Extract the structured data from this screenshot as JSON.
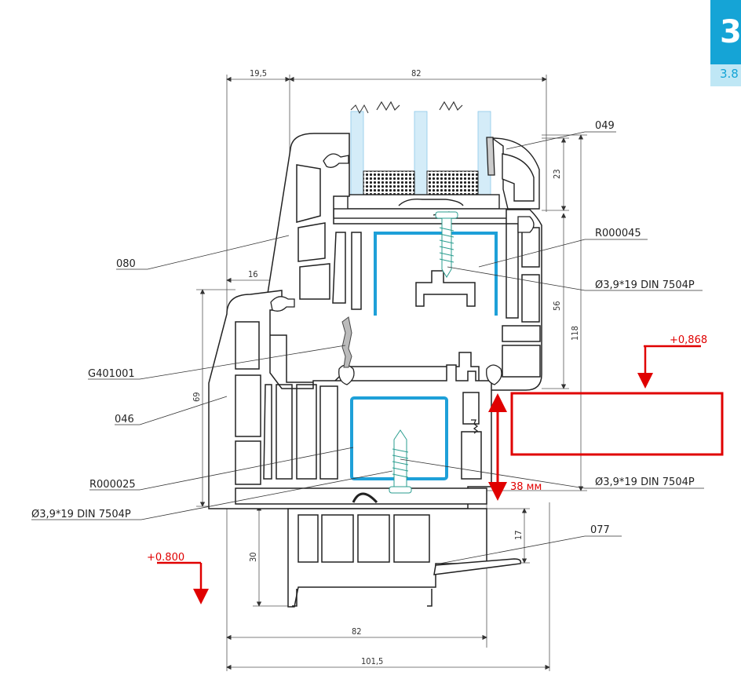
{
  "section_tab": {
    "number": "3",
    "subsection": "3.8"
  },
  "dimensions": {
    "top_left": "19,5",
    "top_main": "82",
    "glass_top": "23",
    "sash_height": "56",
    "total_right": "118",
    "left_16": "16",
    "left_69": "69",
    "bottom_30": "30",
    "bottom_17": "17",
    "bottom_82": "82",
    "bottom_total": "101,5"
  },
  "labels": {
    "l049": "049",
    "l080": "080",
    "r000045": "R000045",
    "screw_upper": "Ø3,9*19 DIN 7504P",
    "g401001": "G401001",
    "l046": "046",
    "r000025": "R000025",
    "screw_left": "Ø3,9*19 DIN 7504P",
    "screw_right": "Ø3,9*19 DIN 7504P",
    "l077": "077"
  },
  "annotations": {
    "level_right": "+0,868",
    "level_left": "+0.800",
    "gap": "38 мм"
  },
  "colors": {
    "markup_red": "#e00000",
    "steel_blue": "#1ea0d8",
    "tab_blue": "#15a4d6"
  }
}
